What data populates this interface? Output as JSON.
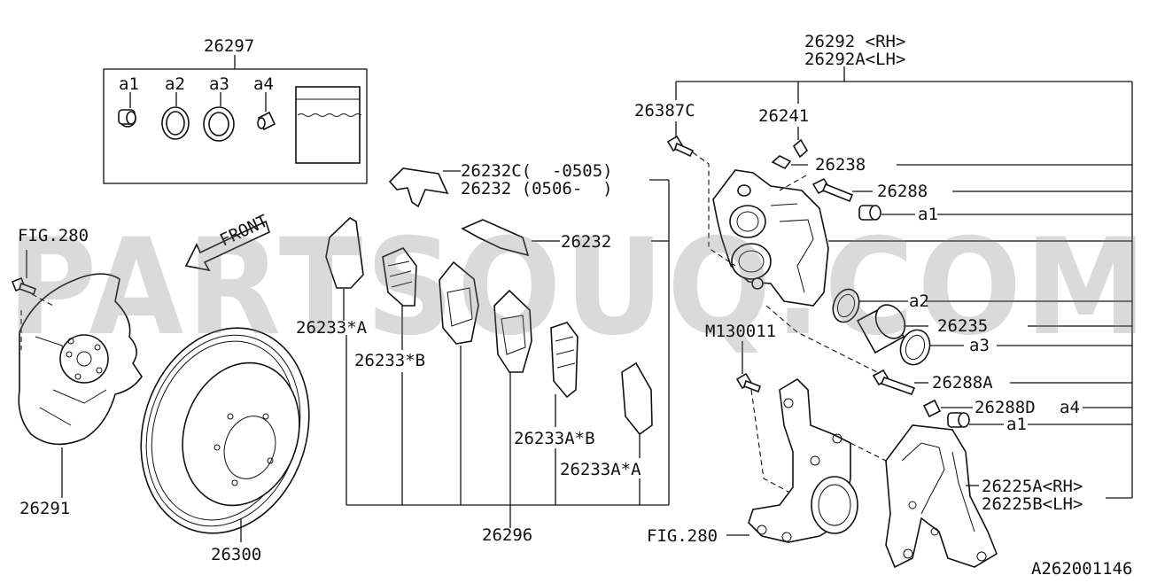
{
  "watermark": "PARTSOUQ.COM",
  "diagram_id": "A262001146",
  "front_label": "FRONT",
  "kit": {
    "number": "26297",
    "items": [
      "a1",
      "a2",
      "a3",
      "a4"
    ]
  },
  "labels": {
    "caliper_rh": "26292 <RH>",
    "caliper_lh": "26292A<LH>",
    "bleeder": "26387C",
    "cap": "26241",
    "nipple": "26238",
    "pin_bolt": "26288",
    "boot_a1": "a1",
    "seal_a2": "a2",
    "piston": "26235",
    "boot_a3": "a3",
    "pin_bolt_a": "26288A",
    "bushing": "26288D",
    "bushing_a4": "a4",
    "boot_a1_b": "a1",
    "bracket_rh": "26225A<RH>",
    "bracket_lh": "26225B<LH>",
    "bolt": "M130011",
    "fig280_knuckle": "FIG.280",
    "fig280_bolt": "FIG.280",
    "backing_plate": "26291",
    "rotor": "26300",
    "pad_kit": "26296",
    "clip_c": "26232C(  -0505)",
    "clip": "26232 (0506-  )",
    "clip_b": "26232",
    "shim_a": "26233*A",
    "shim_b": "26233*B",
    "shim_ab": "26233A*B",
    "shim_aa": "26233A*A"
  }
}
